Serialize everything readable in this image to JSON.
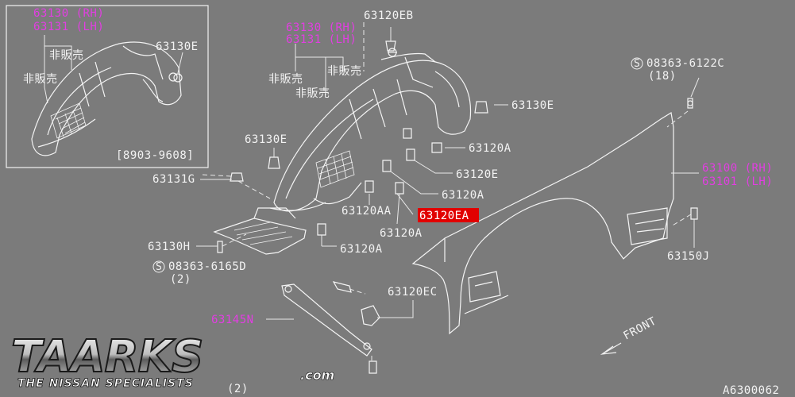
{
  "inset": {
    "label_rh": "63130 (RH)",
    "label_lh": "63131 (LH)",
    "hanbaibai_1": "非販売",
    "hanbaibai_2": "非販売",
    "clip_label": "63130E",
    "date_range": "[8903-9608]"
  },
  "main": {
    "liner_rh": "63130 (RH)",
    "liner_lh": "63131 (LH)",
    "hanbaibai_a": "非販売",
    "hanbaibai_b": "非販売",
    "hanbaibai_c": "非販売",
    "p_63120EB": "63120EB",
    "p_63130E_left": "63130E",
    "p_63131G": "63131G",
    "p_63130H": "63130H",
    "p_08363_6165D": "08363-6165D",
    "p_08363_6165D_qty": "(2)",
    "p_63130E_right": "63130E",
    "p_63120A_1": "63120A",
    "p_63120E": "63120E",
    "p_63120A_2": "63120A",
    "p_63120AA": "63120AA",
    "p_63120EA": "63120EA",
    "p_63120A_3": "63120A",
    "p_63120A_4": "63120A",
    "p_63120EC": "63120EC",
    "p_63145N": "63145N",
    "p_08363_6122C": "08363-6122C",
    "p_08363_6122C_qty": "(18)",
    "fender_rh": "63100 (RH)",
    "fender_lh": "63101 (LH)",
    "p_63150J": "63150J",
    "front": "FRONT",
    "bottom_qty": "(2)",
    "diagram_code": "A6300062"
  },
  "logo": {
    "brand": "TAARKS",
    "tagline": "THE NISSAN SPECIALISTS",
    "domain": ".com"
  },
  "colors": {
    "background": "#7b7b7b",
    "lines": "#f2f2f2",
    "magenta_part_numbers": "#e23ee2",
    "highlight": "#e10000"
  }
}
